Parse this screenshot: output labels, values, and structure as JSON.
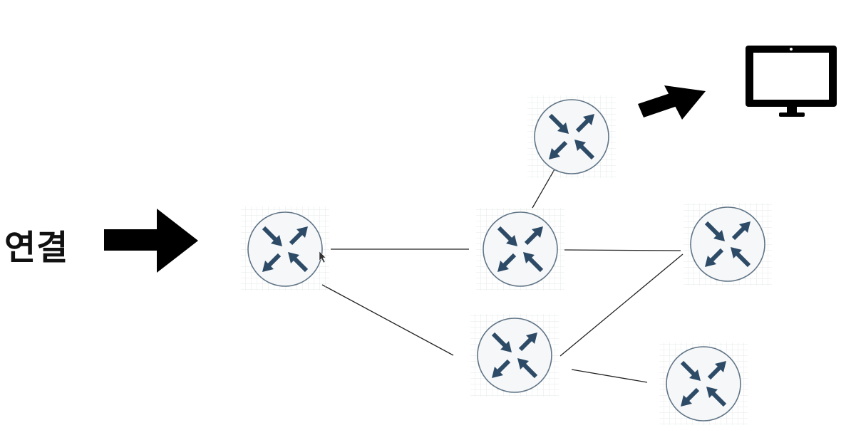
{
  "diagram": {
    "left_label": "연결",
    "nodes": [
      {
        "id": "router-a",
        "kind": "router"
      },
      {
        "id": "router-b",
        "kind": "router"
      },
      {
        "id": "router-c",
        "kind": "router"
      },
      {
        "id": "router-d",
        "kind": "router"
      },
      {
        "id": "router-e",
        "kind": "router"
      },
      {
        "id": "router-f",
        "kind": "router"
      },
      {
        "id": "computer",
        "kind": "monitor-icon"
      }
    ],
    "links": [
      [
        "router-a",
        "router-b"
      ],
      [
        "router-a",
        "router-e"
      ],
      [
        "router-b",
        "router-c"
      ],
      [
        "router-b",
        "router-d"
      ],
      [
        "router-e",
        "router-d"
      ],
      [
        "router-e",
        "router-f"
      ]
    ],
    "arrows": [
      {
        "from": "left-label",
        "to": "router-a"
      },
      {
        "from": "router-c",
        "to": "computer"
      }
    ]
  },
  "colors": {
    "router_fill": "#f6f7f8",
    "router_stroke": "#5f7486",
    "router_arrow": "#2d4b67",
    "grid": "#e6e8ea",
    "link": "#222222",
    "arrow": "#000000",
    "monitor": "#000000"
  }
}
